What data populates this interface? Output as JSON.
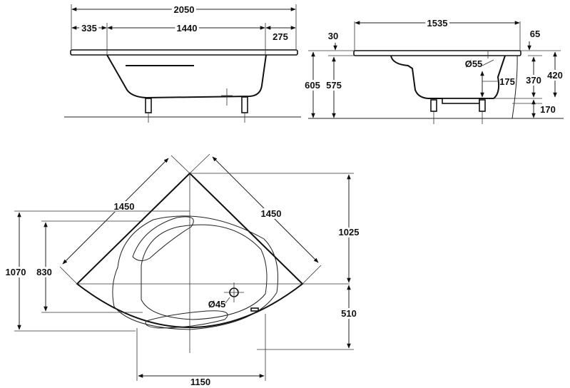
{
  "side_view": {
    "overall_length": "2050",
    "left_offset": "335",
    "inner_length": "1440",
    "right_offset": "275"
  },
  "end_view": {
    "overall_width": "1535",
    "rim_thickness": "30",
    "rim_drop": "65",
    "total_height": "605",
    "bath_height": "575",
    "drain_diameter": "Ø55",
    "drain_offset": "175",
    "tub_depth": "370",
    "overall_depth": "420",
    "leg_height": "170"
  },
  "plan_view": {
    "side_left": "1450",
    "side_right": "1450",
    "depth_right": "1025",
    "front_right": "510",
    "overall_left": "1070",
    "inner_left": "830",
    "drain_diameter": "Ø45",
    "bottom_width": "1150"
  }
}
